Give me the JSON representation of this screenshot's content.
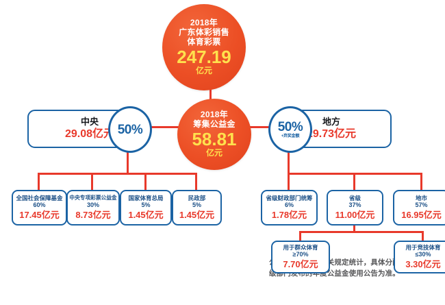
{
  "top_bubble": {
    "year": "2018年",
    "line1": "广东体彩销售",
    "line2": "体育彩票",
    "value": "247.19",
    "unit": "亿元"
  },
  "mid_bubble": {
    "year": "2018年",
    "line1": "筹集公益金",
    "value": "58.81",
    "unit": "亿元"
  },
  "split": {
    "left_pct": "50%",
    "right_pct": "50%",
    "right_pct_note": "+弃奖金额"
  },
  "central": {
    "label": "中央",
    "amount": "29.08亿元"
  },
  "local": {
    "label": "地方",
    "amount": "29.73亿元"
  },
  "central_children": [
    {
      "name": "全国社会保障基金",
      "pct": "60%",
      "amount": "17.45亿元"
    },
    {
      "name": "中央专项彩票公益金",
      "pct": "30%",
      "amount": "8.73亿元"
    },
    {
      "name": "国家体育总局",
      "pct": "5%",
      "amount": "1.45亿元"
    },
    {
      "name": "民政部",
      "pct": "5%",
      "amount": "1.45亿元"
    }
  ],
  "local_children": [
    {
      "name": "省级财政部门统筹",
      "pct": "6%",
      "amount": "1.78亿元"
    },
    {
      "name": "省级",
      "pct": "37%",
      "amount": "11.00亿元"
    },
    {
      "name": "地市",
      "pct": "57%",
      "amount": "16.95亿元"
    }
  ],
  "local_grandchildren": [
    {
      "name": "用于群众体育",
      "pct": "≥70%",
      "amount": "7.70亿元"
    },
    {
      "name": "用于竞技体育",
      "pct": "≤30%",
      "amount": "3.30亿元"
    }
  ],
  "footnote": "公益金分配根据相关规定统计，具体分配与使用以各级部门发布的年度公益金使用公告为准。",
  "colors": {
    "bubble_red": "#ec4f25",
    "bubble_yellow": "#ffe14d",
    "box_blue": "#1b63a4",
    "amount_red": "#e8392b",
    "line_red": "#e8392b",
    "footnote_gray": "#58585a"
  }
}
